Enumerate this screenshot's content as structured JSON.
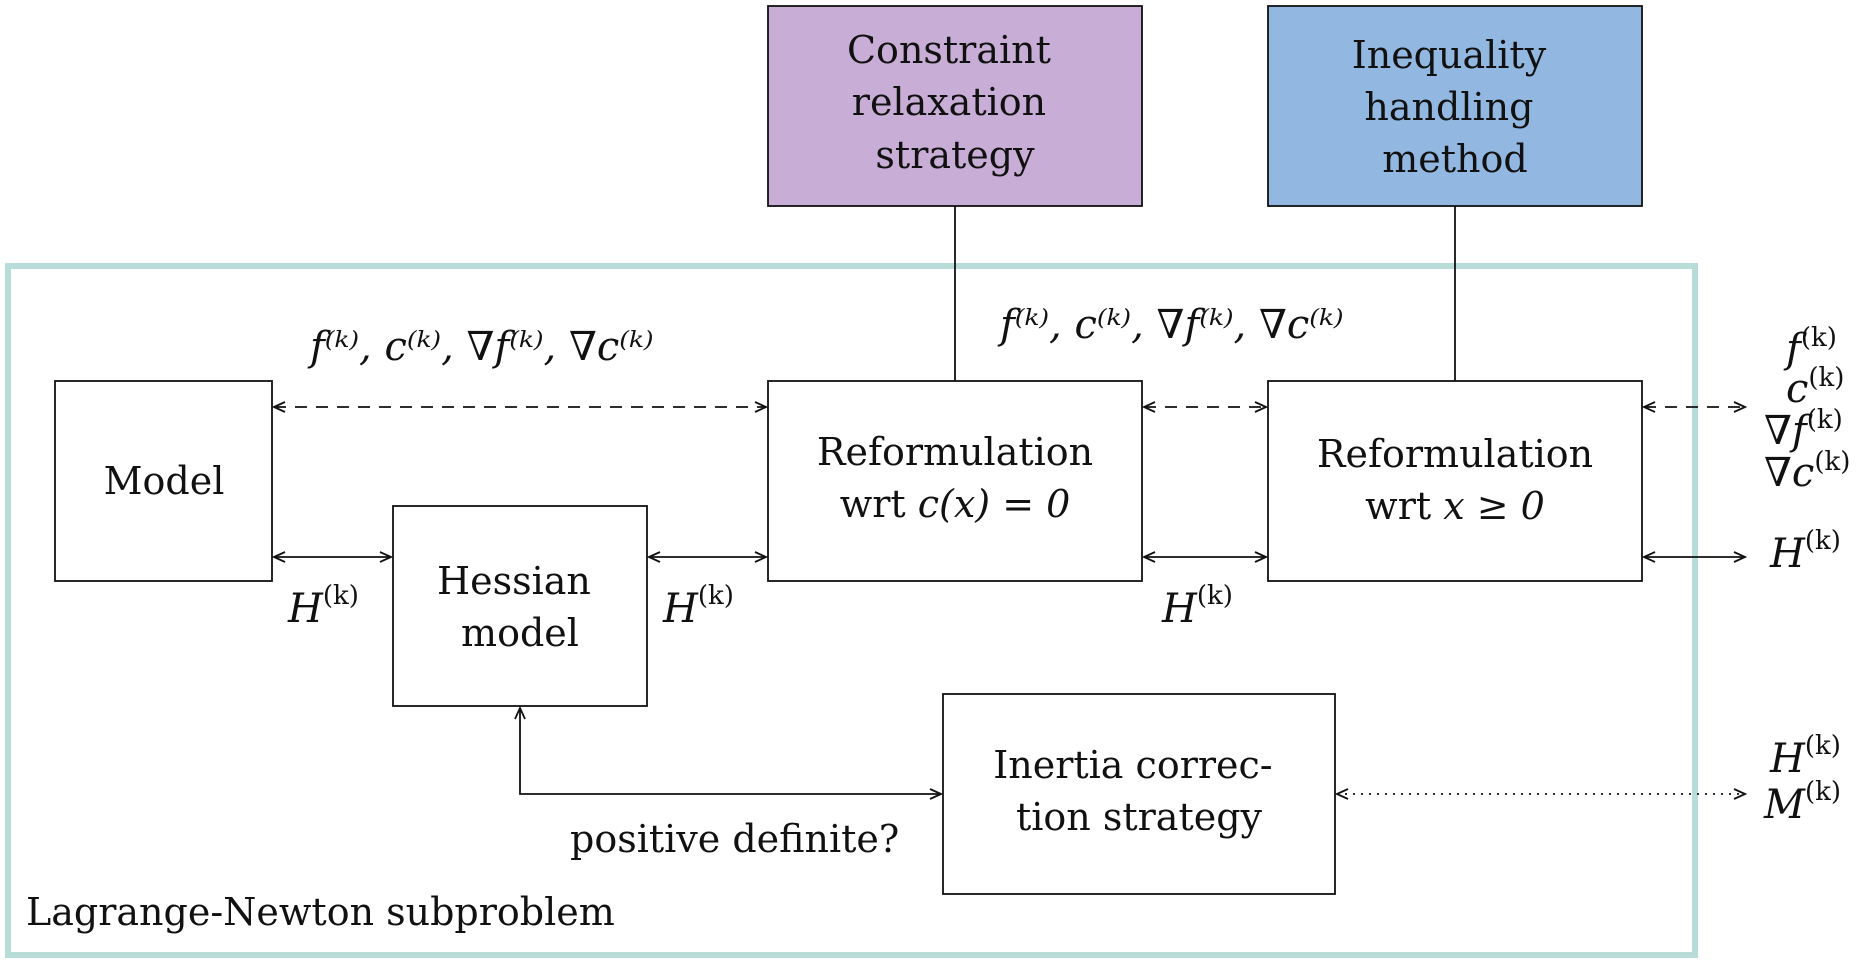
{
  "colors": {
    "frame": "#b8ddd8",
    "constraint_fill": "#c8aed6",
    "inequality_fill": "#92b8e2",
    "stroke": "#111111"
  },
  "frame": {
    "label": "Lagrange-Newton subproblem"
  },
  "boxes": {
    "constraint": {
      "lines": [
        "Constraint",
        "relaxation",
        "strategy"
      ]
    },
    "inequality": {
      "lines": [
        "Inequality",
        "handling",
        "method"
      ]
    },
    "model": {
      "lines": [
        "Model"
      ]
    },
    "hessian": {
      "lines": [
        "Hessian",
        "model"
      ]
    },
    "reform_c": {
      "line1": "Reformulation",
      "line2_prefix": "wrt ",
      "line2_math": "c(x) = 0"
    },
    "reform_x": {
      "line1": "Reformulation",
      "line2_prefix": "wrt ",
      "line2_math": "x ≥ 0"
    },
    "inertia": {
      "lines": [
        "Inertia correc-",
        "tion strategy"
      ]
    }
  },
  "labels": {
    "grads_left": "f⁽ᵏ⁾, c⁽ᵏ⁾, ∇f⁽ᵏ⁾, ∇c⁽ᵏ⁾",
    "grads_mid": "f⁽ᵏ⁾, c⁽ᵏ⁾, ∇f⁽ᵏ⁾, ∇c⁽ᵏ⁾",
    "hess_model_hessian": "H",
    "hess_hessian_reform": "H",
    "hess_reform_reform": "H",
    "hess_output": "H",
    "superscript_k": "(k)",
    "positive_definite": "positive definite?",
    "out_f": "f",
    "out_c": "c",
    "out_gf": "∇f",
    "out_gc": "∇c",
    "out_H2": "H",
    "out_M": "M"
  }
}
